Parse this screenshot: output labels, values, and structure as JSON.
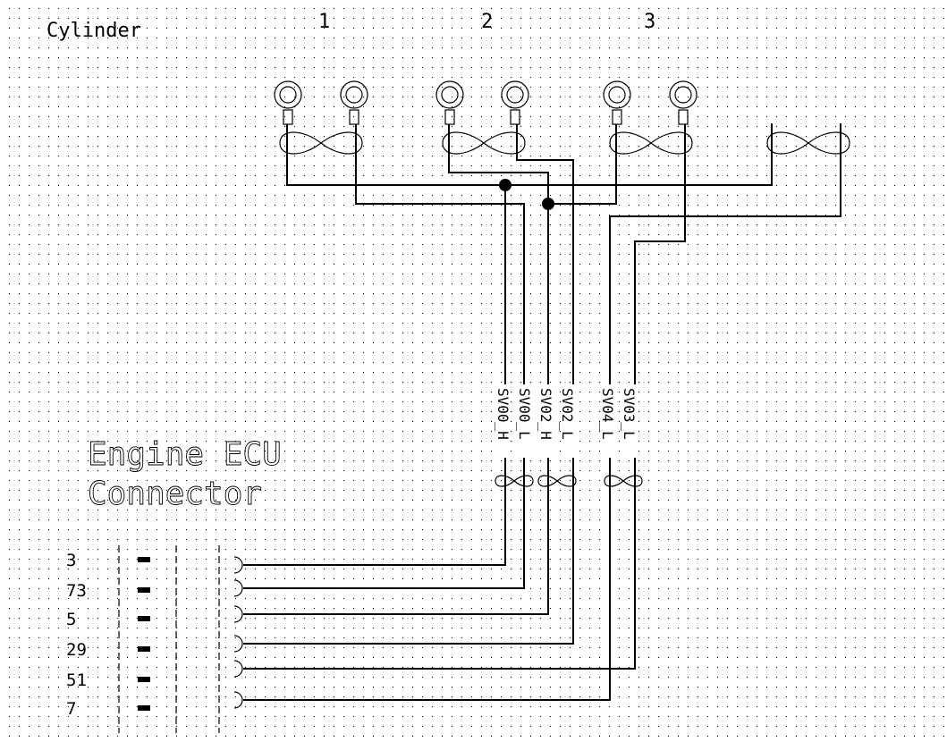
{
  "labels": {
    "cylinder_header": "Cylinder",
    "connector_title_line1": "Engine ECU",
    "connector_title_line2": "Connector"
  },
  "cylinders": [
    {
      "number": "1"
    },
    {
      "number": "2"
    },
    {
      "number": "3"
    }
  ],
  "signals": [
    {
      "name": "SV00_H",
      "pin": "3"
    },
    {
      "name": "SV00_L",
      "pin": "73"
    },
    {
      "name": "SV02_H",
      "pin": "5"
    },
    {
      "name": "SV02_L",
      "pin": "29"
    },
    {
      "name": "SV04_L",
      "pin": "7"
    },
    {
      "name": "SV03_L",
      "pin": "51"
    }
  ],
  "connector_pins": [
    "3",
    "73",
    "5",
    "29",
    "51",
    "7"
  ],
  "colors": {
    "line": "#000000",
    "background": "#ffffff",
    "grid_dot": "#000000"
  }
}
